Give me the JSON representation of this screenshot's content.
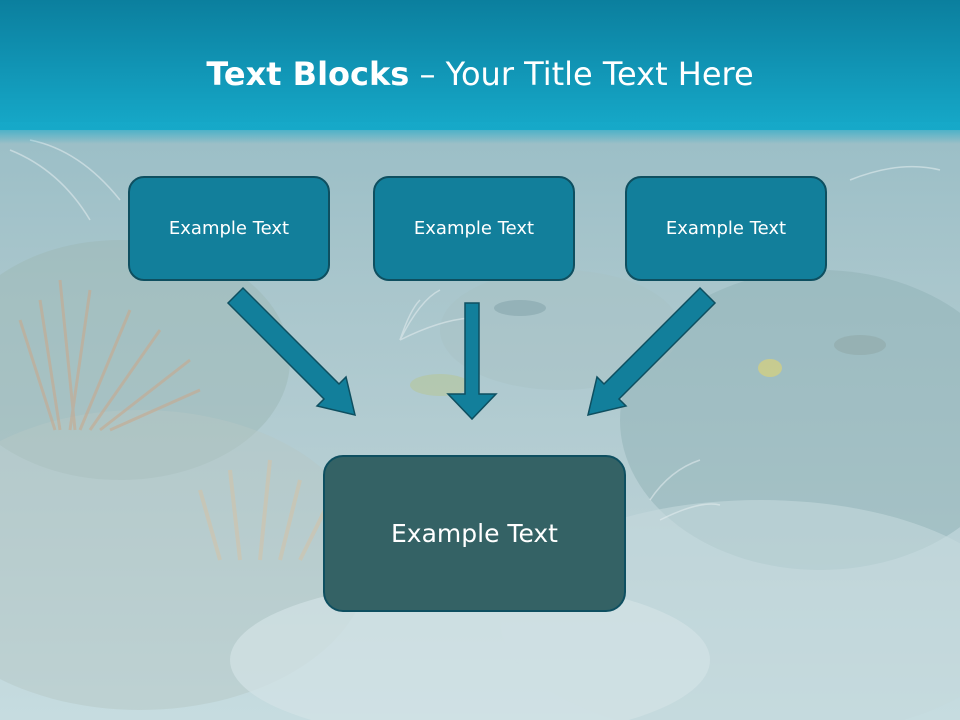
{
  "title": {
    "bold": "Text Blocks",
    "separator": " – ",
    "rest": "Your Title Text Here"
  },
  "boxes": {
    "top_left": "Example Text",
    "top_center": "Example Text",
    "top_right": "Example Text",
    "bottom": "Example Text"
  },
  "colors": {
    "header": "#1196b6",
    "small_box": "#127f9b",
    "big_box": "#346265",
    "arrow": "#127f9b",
    "border": "#0e4f60"
  }
}
